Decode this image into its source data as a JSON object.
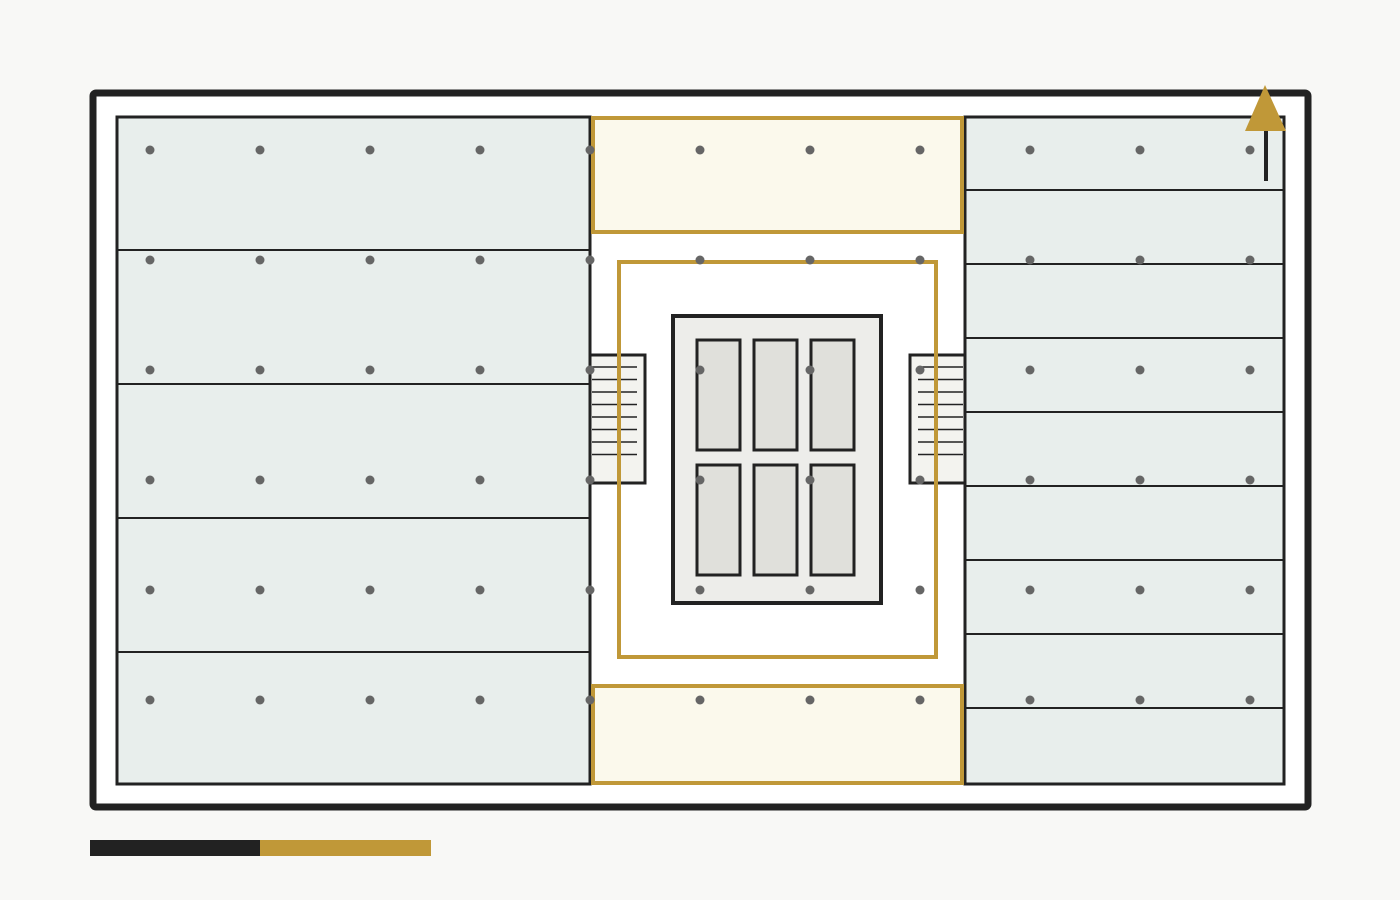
{
  "colors": {
    "background": "#f8f8f6",
    "wall": "#222222",
    "interior": "#ffffff",
    "office_fill": "#e8eeec",
    "accent_gold": "#c09838",
    "pale_yellow": "#fbf9ec",
    "core_fill": "#ededea",
    "elevator_fill": "#e0e0db",
    "stair_fill": "#f3f3ef",
    "column_dot": "#666666"
  },
  "icons": {
    "north_arrow": "north-arrow-icon"
  },
  "regions": {
    "west_wing": {
      "name": "west-office-wing",
      "partitions": 4
    },
    "east_wing": {
      "name": "east-office-wing",
      "partitions": 8
    },
    "north_zone": {
      "name": "north-highlight-zone"
    },
    "south_zone": {
      "name": "south-highlight-zone"
    },
    "core": {
      "name": "elevator-core",
      "elevators": 6
    },
    "stairs": 2
  },
  "scale_bar": {
    "segments": 2
  }
}
